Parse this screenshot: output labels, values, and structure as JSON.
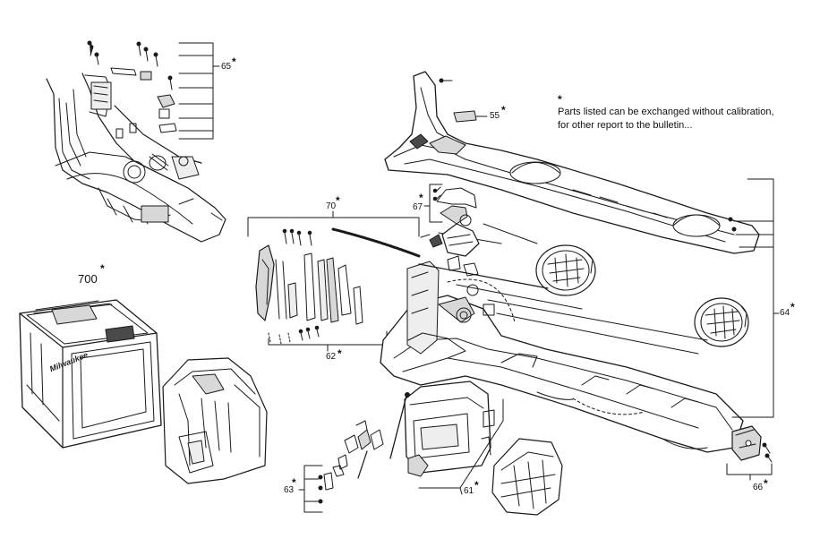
{
  "note": {
    "marker": "*",
    "line1": "Parts listed can be exchanged without calibration,",
    "line2": "for other report to the bulletin..."
  },
  "callouts": [
    {
      "id": "65",
      "label": "65",
      "star": "*"
    },
    {
      "id": "700",
      "label": "700",
      "star": "*"
    },
    {
      "id": "70",
      "label": "70",
      "star": "*"
    },
    {
      "id": "62",
      "label": "62",
      "star": "*"
    },
    {
      "id": "67",
      "label": "67",
      "star": "*"
    },
    {
      "id": "55",
      "label": "55",
      "star": "*"
    },
    {
      "id": "64",
      "label": "64",
      "star": "*"
    },
    {
      "id": "61",
      "label": "61",
      "star": "*"
    },
    {
      "id": "63",
      "label": "63",
      "star": "*"
    },
    {
      "id": "66",
      "label": "66",
      "star": "*"
    }
  ],
  "brand_logo": "Milwaukee",
  "colors": {
    "line": "#1a1a1a",
    "fill": "#ffffff",
    "shade": "#d8d8d8",
    "dark": "#4a4a4a"
  }
}
